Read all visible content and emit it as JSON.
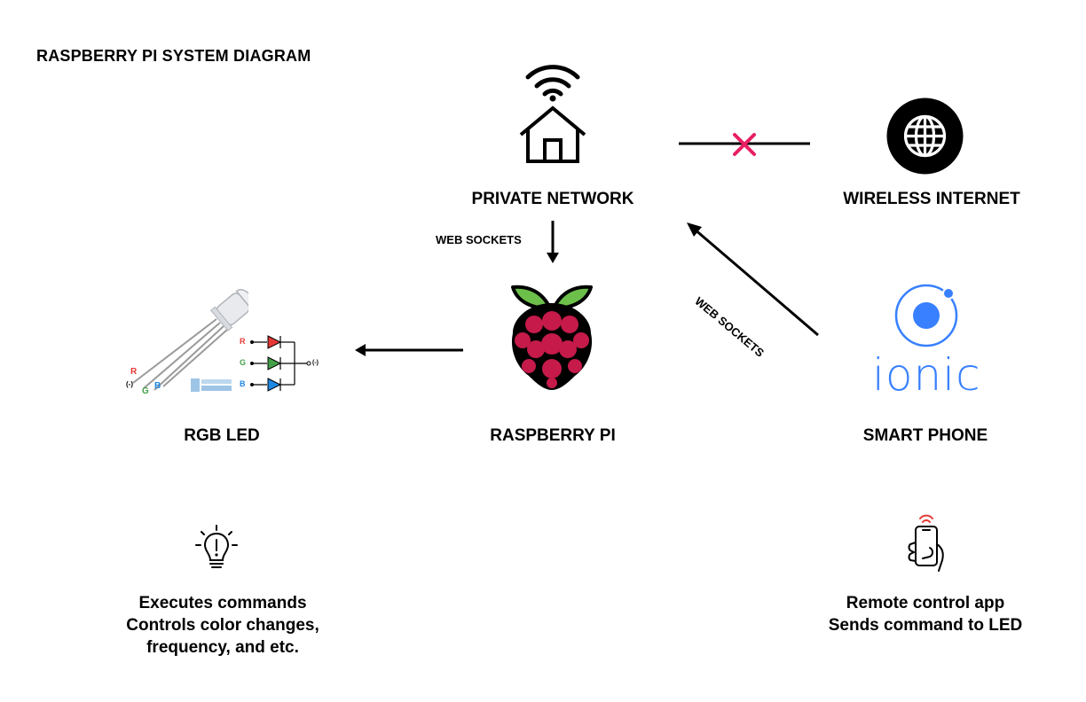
{
  "title": "RASPBERRY PI SYSTEM DIAGRAM",
  "nodes": {
    "private_network": {
      "label": "PRIVATE NETWORK",
      "icon": "wifi-home-icon"
    },
    "wireless_internet": {
      "label": "WIRELESS INTERNET",
      "icon": "globe-icon"
    },
    "raspberry_pi": {
      "label": "RASPBERRY PI",
      "icon": "raspberry-pi-logo"
    },
    "smart_phone": {
      "label": "SMART PHONE",
      "icon": "ionic-logo",
      "logo_text": "ionic"
    },
    "rgb_led": {
      "label": "RGB LED",
      "icon": "rgb-led-schematic",
      "pins": {
        "r": "R",
        "g": "G",
        "b": "B",
        "common_left": "(-)",
        "common_right": "(-)"
      }
    }
  },
  "edges": {
    "network_to_pi": {
      "label": "WEB SOCKETS"
    },
    "phone_to_network": {
      "label": "WEB SOCKETS"
    },
    "network_internet": {
      "blocked": true
    }
  },
  "descriptions": {
    "led": {
      "icon": "lightbulb-icon",
      "lines": [
        "Executes commands",
        "Controls color changes,",
        "frequency, and etc."
      ]
    },
    "phone": {
      "icon": "phone-in-hand-icon",
      "lines": [
        "Remote control app",
        "Sends command to LED"
      ]
    }
  },
  "colors": {
    "blocked_x": "#e91e63",
    "raspberry_red": "#c51a4a",
    "raspberry_green": "#6cc04a",
    "ionic_blue": "#3880ff",
    "led_red": "#e53935",
    "led_green": "#43a047",
    "led_blue": "#1e88e5"
  }
}
